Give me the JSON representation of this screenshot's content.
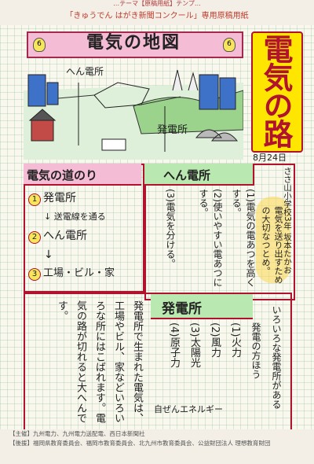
{
  "top_strip": "…テーマ【原稿用紙】テンプ…",
  "header": "「きゅうでん はがき新聞コンクール」専用原稿用紙",
  "title": "電気の地図",
  "bulb_numbers": [
    "6",
    "6"
  ],
  "main_title": "電気の路",
  "date": "8月24日",
  "drawing": {
    "label_substation": "へん電所",
    "label_plant": "発電所"
  },
  "section1": {
    "heading": "電気の道のり",
    "steps": [
      {
        "num": "1",
        "text": "発電所"
      },
      {
        "num": "",
        "text": "↓ 送電線を通る"
      },
      {
        "num": "2",
        "text": "へん電所"
      },
      {
        "num": "",
        "text": "↓"
      },
      {
        "num": "3",
        "text": "工場・ビル・家"
      }
    ]
  },
  "section2": {
    "heading": "へん電所",
    "points": [
      "(1)電気の電あつを高くする。",
      "(2)使いやすい電あつにする。",
      "(3)電気を分ける。"
    ],
    "note": "電気を送り出すための大切なつとめ。"
  },
  "author": "ささ山小学校3年 坂本たかお",
  "section3": {
    "heading": "発電所",
    "body": "発電所で生まれた電気は、工場やビル、家などいろいろな所にはこばれます。電気の路が切れると大へんです。",
    "emph": "大へん",
    "methods_title": "発電の方ほう",
    "methods": [
      "(1)火力",
      "(2)風力",
      "(3)太陽光",
      "(4)原子力"
    ],
    "note": "いろいろな発電所がある",
    "eco": "自ぜんエネルギー"
  },
  "footer": {
    "line1": "【主催】九州電力、九州電力送配電、西日本新聞社",
    "line2": "【後援】福岡県教育委員会、福岡市教育委員会、北九州市教育委員会、公益財団法人 理想教育財団"
  }
}
